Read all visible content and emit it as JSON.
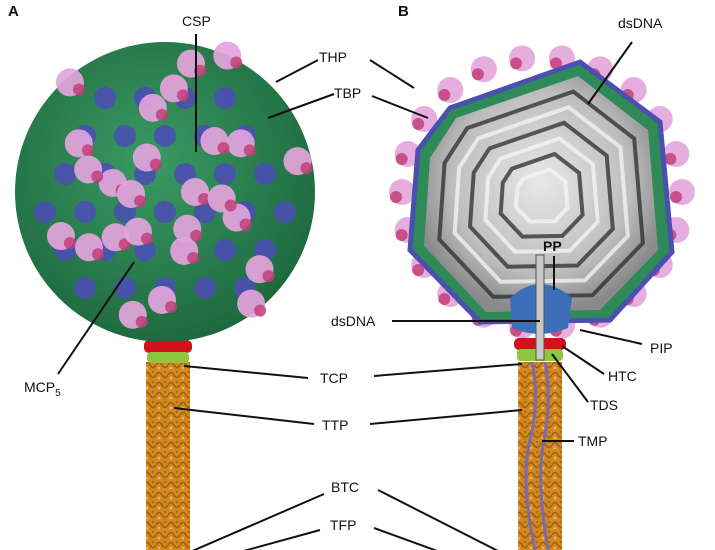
{
  "panels": {
    "a": "A",
    "b": "B"
  },
  "labels": {
    "csp": "CSP",
    "thp": "THP",
    "tbp": "TBP",
    "mcp": "MCP",
    "mcp_sub": "5",
    "dsdna_top": "dsDNA",
    "pp": "PP",
    "dsdna_mid": "dsDNA",
    "pip": "PIP",
    "tcp": "TCP",
    "htc": "HTC",
    "tds": "TDS",
    "ttp": "TTP",
    "tmp": "TMP",
    "btc": "BTC",
    "tfp": "TFP"
  },
  "colors": {
    "capsid_green": "#2e8a56",
    "capsid_blue": "#4a4fb0",
    "thp_pink": "#e3a4dc",
    "tbp_magenta": "#c2407a",
    "tail_orange": "#d3881f",
    "collar_red": "#d0121b",
    "collar_green": "#8ec63f",
    "portal_blue": "#3c6fb8",
    "dna_gray": "#6f6f6f",
    "tmp_purple": "#7a6ab0"
  }
}
